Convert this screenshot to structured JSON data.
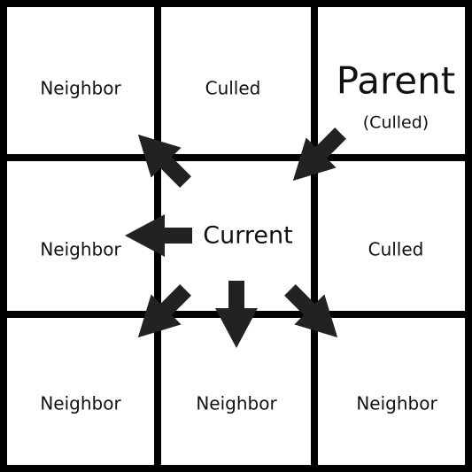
{
  "cells": {
    "top_left": "Neighbor",
    "top_center": "Culled",
    "top_right": "Parent",
    "top_right_sub": "(Culled)",
    "middle_left": "Neighbor",
    "middle_center": "Current",
    "middle_right": "Culled",
    "bottom_left": "Neighbor",
    "bottom_center": "Neighbor",
    "bottom_right": "Neighbor"
  },
  "arrows": [
    {
      "name": "arrow-to-top-left",
      "direction": "up-left"
    },
    {
      "name": "arrow-from-parent",
      "direction": "down-left"
    },
    {
      "name": "arrow-to-left",
      "direction": "left"
    },
    {
      "name": "arrow-to-bottom-left",
      "direction": "down-left"
    },
    {
      "name": "arrow-to-bottom",
      "direction": "down"
    },
    {
      "name": "arrow-to-bottom-right",
      "direction": "down-right"
    }
  ],
  "colors": {
    "grid": "#000000",
    "arrow": "#222222",
    "background": "#ffffff",
    "text": "#111111"
  }
}
